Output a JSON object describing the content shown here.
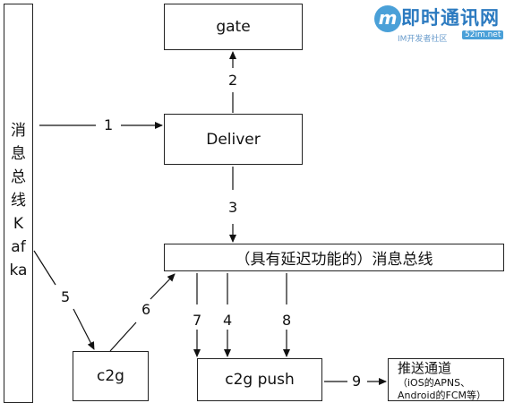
{
  "nodes": {
    "bus_vertical": [
      "消",
      "息",
      "总",
      "线",
      "K",
      "af",
      "ka"
    ],
    "gate": "gate",
    "deliver": "Deliver",
    "bus_delay": "（具有延迟功能的）消息总线",
    "c2g": "c2g",
    "c2g_push": "c2g push",
    "push_channel_title": "推送通道",
    "push_channel_sub1": "（iOS的APNS、",
    "push_channel_sub2": "Android的FCM等）"
  },
  "edges": [
    "1",
    "2",
    "3",
    "4",
    "5",
    "6",
    "7",
    "8",
    "9"
  ],
  "watermark": {
    "logo_letter": "m",
    "title": "即时通讯网",
    "subtitle": "IM开发者社区",
    "url": "52im.net"
  }
}
